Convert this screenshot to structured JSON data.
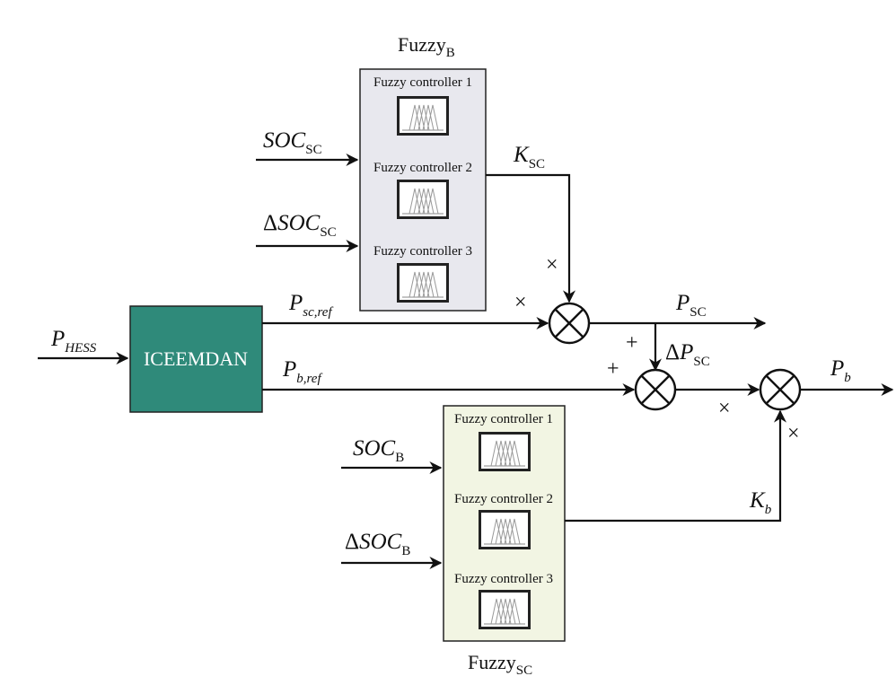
{
  "colors": {
    "fuzzy_b_fill": "#e8e8ee",
    "fuzzy_sc_fill": "#f2f5e3",
    "iceemdan_fill": "#2f8a7a",
    "line": "#111111"
  },
  "fuzzy_b": {
    "title_main": "Fuzzy",
    "title_sub": "B",
    "controllers": [
      "Fuzzy controller 1",
      "Fuzzy controller 2",
      "Fuzzy controller 3"
    ]
  },
  "fuzzy_sc": {
    "title_main": "Fuzzy",
    "title_sub": "SC",
    "controllers": [
      "Fuzzy controller 1",
      "Fuzzy controller 2",
      "Fuzzy controller 3"
    ]
  },
  "iceemdan": {
    "label": "ICEEMDAN"
  },
  "inputs": {
    "soc_sc": {
      "main": "SOC",
      "sub": "SC"
    },
    "dsoc_sc": {
      "delta": "Δ",
      "main": "SOC",
      "sub": "SC"
    },
    "soc_b": {
      "main": "SOC",
      "sub": "B"
    },
    "dsoc_b": {
      "delta": "Δ",
      "main": "SOC",
      "sub": "B"
    },
    "p_hess": {
      "main": "P",
      "sub": "HESS"
    }
  },
  "signals": {
    "k_sc": {
      "main": "K",
      "sub": "SC"
    },
    "k_b": {
      "main": "K",
      "sub": "b"
    },
    "p_sc_ref": {
      "main": "P",
      "sub": "sc,ref"
    },
    "p_b_ref": {
      "main": "P",
      "sub": "b,ref"
    },
    "p_sc": {
      "main": "P",
      "sub": "SC"
    },
    "delta_p_sc": {
      "delta": "Δ",
      "main": "P",
      "sub": "SC"
    },
    "p_b": {
      "main": "P",
      "sub": "b"
    }
  },
  "operators": {
    "mult_sign": "×",
    "plus_sign": "+"
  }
}
